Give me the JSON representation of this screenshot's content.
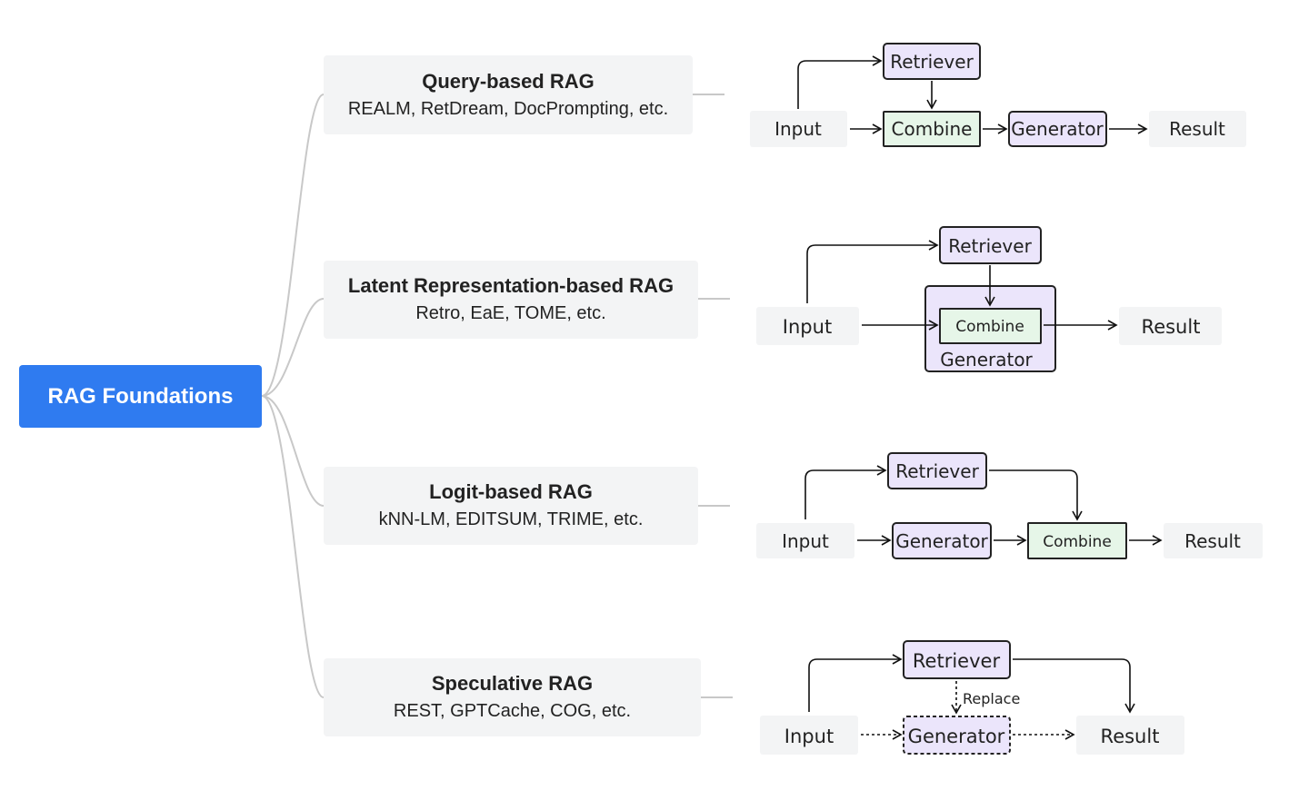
{
  "root": {
    "label": "RAG Foundations"
  },
  "categories": [
    {
      "title": "Query-based RAG",
      "examples": "REALM, RetDream, DocPrompting, etc."
    },
    {
      "title": "Latent Representation-based RAG",
      "examples": "Retro, EaE, TOME, etc."
    },
    {
      "title": "Logit-based RAG",
      "examples": "kNN-LM, EDITSUM, TRIME, etc."
    },
    {
      "title": "Speculative RAG",
      "examples": "REST, GPTCache, COG, etc."
    }
  ],
  "diagrams": {
    "query": {
      "input": "Input",
      "retriever": "Retriever",
      "combine": "Combine",
      "generator": "Generator",
      "result": "Result"
    },
    "latent": {
      "input": "Input",
      "retriever": "Retriever",
      "combine": "Combine",
      "generator": "Generator",
      "result": "Result"
    },
    "logit": {
      "input": "Input",
      "retriever": "Retriever",
      "generator": "Generator",
      "combine": "Combine",
      "result": "Result"
    },
    "speculative": {
      "input": "Input",
      "retriever": "Retriever",
      "replace": "Replace",
      "generator": "Generator",
      "result": "Result"
    }
  },
  "colors": {
    "root": "#2f7bf0",
    "category_bg": "#f3f4f5",
    "retriever_fill": "#ebe5fb",
    "combine_fill": "#e6f6e8",
    "io_fill": "#f3f4f5",
    "connector": "#c8c8c8"
  }
}
